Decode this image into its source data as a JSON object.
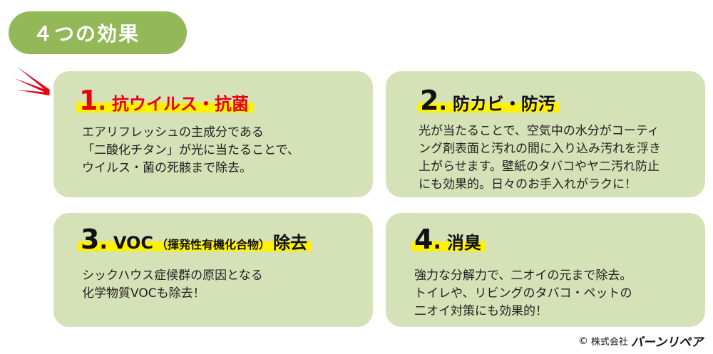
{
  "title": "４つの効果",
  "accent_colors": {
    "title_green": "#93b858",
    "card_green": "#d5e1b6",
    "highlight_yellow": "#fff200",
    "heading_red": "#e60012"
  },
  "decor": {
    "burst_icon": "red-burst-lines"
  },
  "cards": [
    {
      "number": "1",
      "dot": ".",
      "heading": "抗ウイルス・抗菌",
      "lines": [
        "エアリフレッシュの主成分である",
        "「二酸化チタン」が光に当たることで、",
        "ウイルス・菌の死骸まで除去。"
      ]
    },
    {
      "number": "2",
      "dot": ".",
      "heading": "防カビ・防汚",
      "lines": [
        "光が当たることで、空気中の水分がコーティ",
        "ング剤表面と汚れの間に入り込み汚れを浮き",
        "上がらせます。壁紙のタバコやヤ二汚れ防止",
        "にも効果的。日々のお手入れがラクに！"
      ]
    },
    {
      "number": "3",
      "dot": ".",
      "heading": "VOC",
      "heading_small": "（揮発性有機化合物）",
      "heading_tail": "除去",
      "lines": [
        "シックハウス症候群の原因となる",
        "化学物質VOCも除去！"
      ]
    },
    {
      "number": "4",
      "dot": ".",
      "heading": "消臭",
      "lines": [
        "強力な分解力で、二オイの元まで除去。",
        "トイレや、リビングのタバコ・ペットの",
        "二オイ対策にも効果的！"
      ]
    }
  ],
  "copyright": {
    "symbol": "©",
    "company_type": "株式会社",
    "brand": "バーンリペア"
  }
}
